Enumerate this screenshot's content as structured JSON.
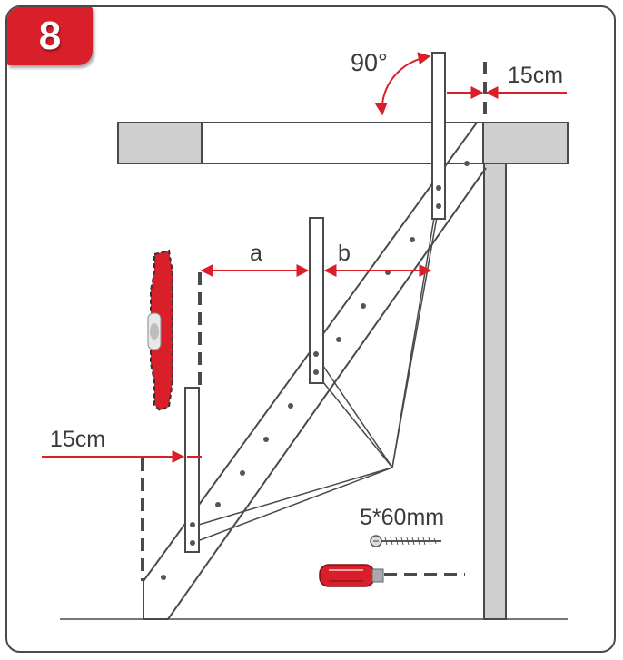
{
  "step": {
    "number": "8"
  },
  "labels": {
    "angle": "90°",
    "offset_top": "15cm",
    "offset_bottom": "15cm",
    "dim_a": "a",
    "dim_b": "b",
    "screw_size": "5*60mm"
  },
  "colors": {
    "accent": "#d91f2a",
    "outline": "#4a4a4a",
    "beam": "#cfcfcf"
  },
  "icons": [
    "spirit-level-icon",
    "screwdriver-icon",
    "screw-icon"
  ]
}
